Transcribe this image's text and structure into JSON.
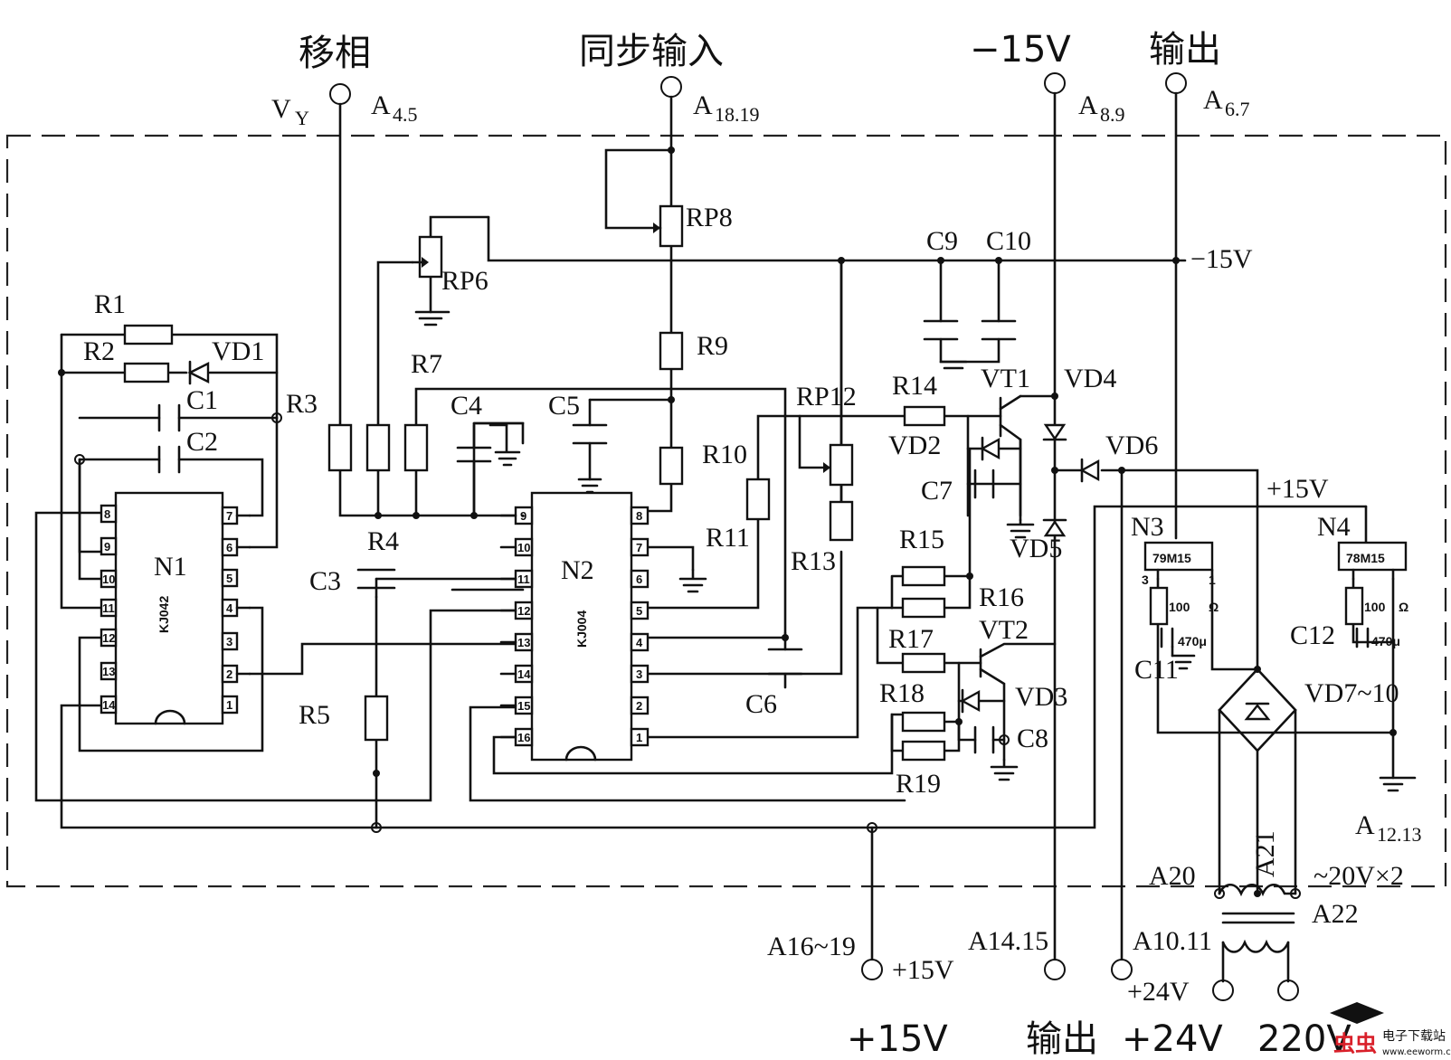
{
  "labels": {
    "phase_shift": "移相",
    "sync_input": "同步输入",
    "neg15v_title": "−15V",
    "output_title": "输出",
    "vy": "V",
    "vy_sub": "Y",
    "a45": "A",
    "a45_sub": "4.5",
    "a1819": "A",
    "a1819_sub": "18.19",
    "a89": "A",
    "a89_sub": "8.9",
    "a67": "A",
    "a67_sub": "6.7",
    "neg15v_rail": "−15V",
    "pos15v_rail": "+15V",
    "a1213": "A",
    "a1213_sub": "12.13",
    "a20": "A20",
    "a21": "A21",
    "a22": "A22",
    "ac20x2": "~20V×2",
    "a1619": "A16~19",
    "a1415": "A14.15",
    "a1011": "A10.11",
    "term_15v": "+15V",
    "term_24v": "+24V",
    "bottom_15v": "+15V",
    "bottom_output": "输出",
    "bottom_24v": "+24V",
    "bottom_220v": "220V"
  },
  "components": {
    "r1": "R1",
    "r2": "R2",
    "vd1": "VD1",
    "c1": "C1",
    "c2": "C2",
    "r3": "R3",
    "rp6": "RP6",
    "r7": "R7",
    "rp8": "RP8",
    "r9": "R9",
    "r4": "R4",
    "c3": "C3",
    "r5": "R5",
    "c4": "C4",
    "c5": "C5",
    "r10": "R10",
    "r11": "R11",
    "rp12": "RP12",
    "r13": "R13",
    "c6": "C6",
    "r14": "R14",
    "vt1": "VT1",
    "vd2": "VD2",
    "c7": "C7",
    "c9": "C9",
    "c10": "C10",
    "vd4": "VD4",
    "vd5": "VD5",
    "vd6": "VD6",
    "r15": "R15",
    "r16": "R16",
    "r17": "R17",
    "vt2": "VT2",
    "vd3": "VD3",
    "r18": "R18",
    "r19": "R19",
    "c8": "C8",
    "n1": "N1",
    "n1_part": "KJ042",
    "n2": "N2",
    "n2_part": "KJ004",
    "n3": "N3",
    "n3_part": "79M15",
    "n4": "N4",
    "n4_part": "78M15",
    "res100_a": "100",
    "ohm_a": "Ω",
    "res100_b": "100",
    "ohm_b": "Ω",
    "pin3": "3",
    "pin1": "1",
    "cap470_a": "470μ",
    "cap470_b": "470μ",
    "c11": "C11",
    "c12": "C12",
    "vd710": "VD7~10"
  },
  "n1_pins_left": [
    "8",
    "9",
    "10",
    "11",
    "12",
    "13",
    "14"
  ],
  "n1_pins_right": [
    "7",
    "6",
    "5",
    "4",
    "3",
    "2",
    "1"
  ],
  "n2_pins_left": [
    "9",
    "10",
    "11",
    "12",
    "13",
    "14",
    "15",
    "16"
  ],
  "n2_pins_right": [
    "8",
    "7",
    "6",
    "5",
    "4",
    "3",
    "2",
    "1"
  ],
  "watermark": {
    "logo": "虫虫",
    "site": "电子下载站",
    "url": "www.eeworm.com"
  }
}
